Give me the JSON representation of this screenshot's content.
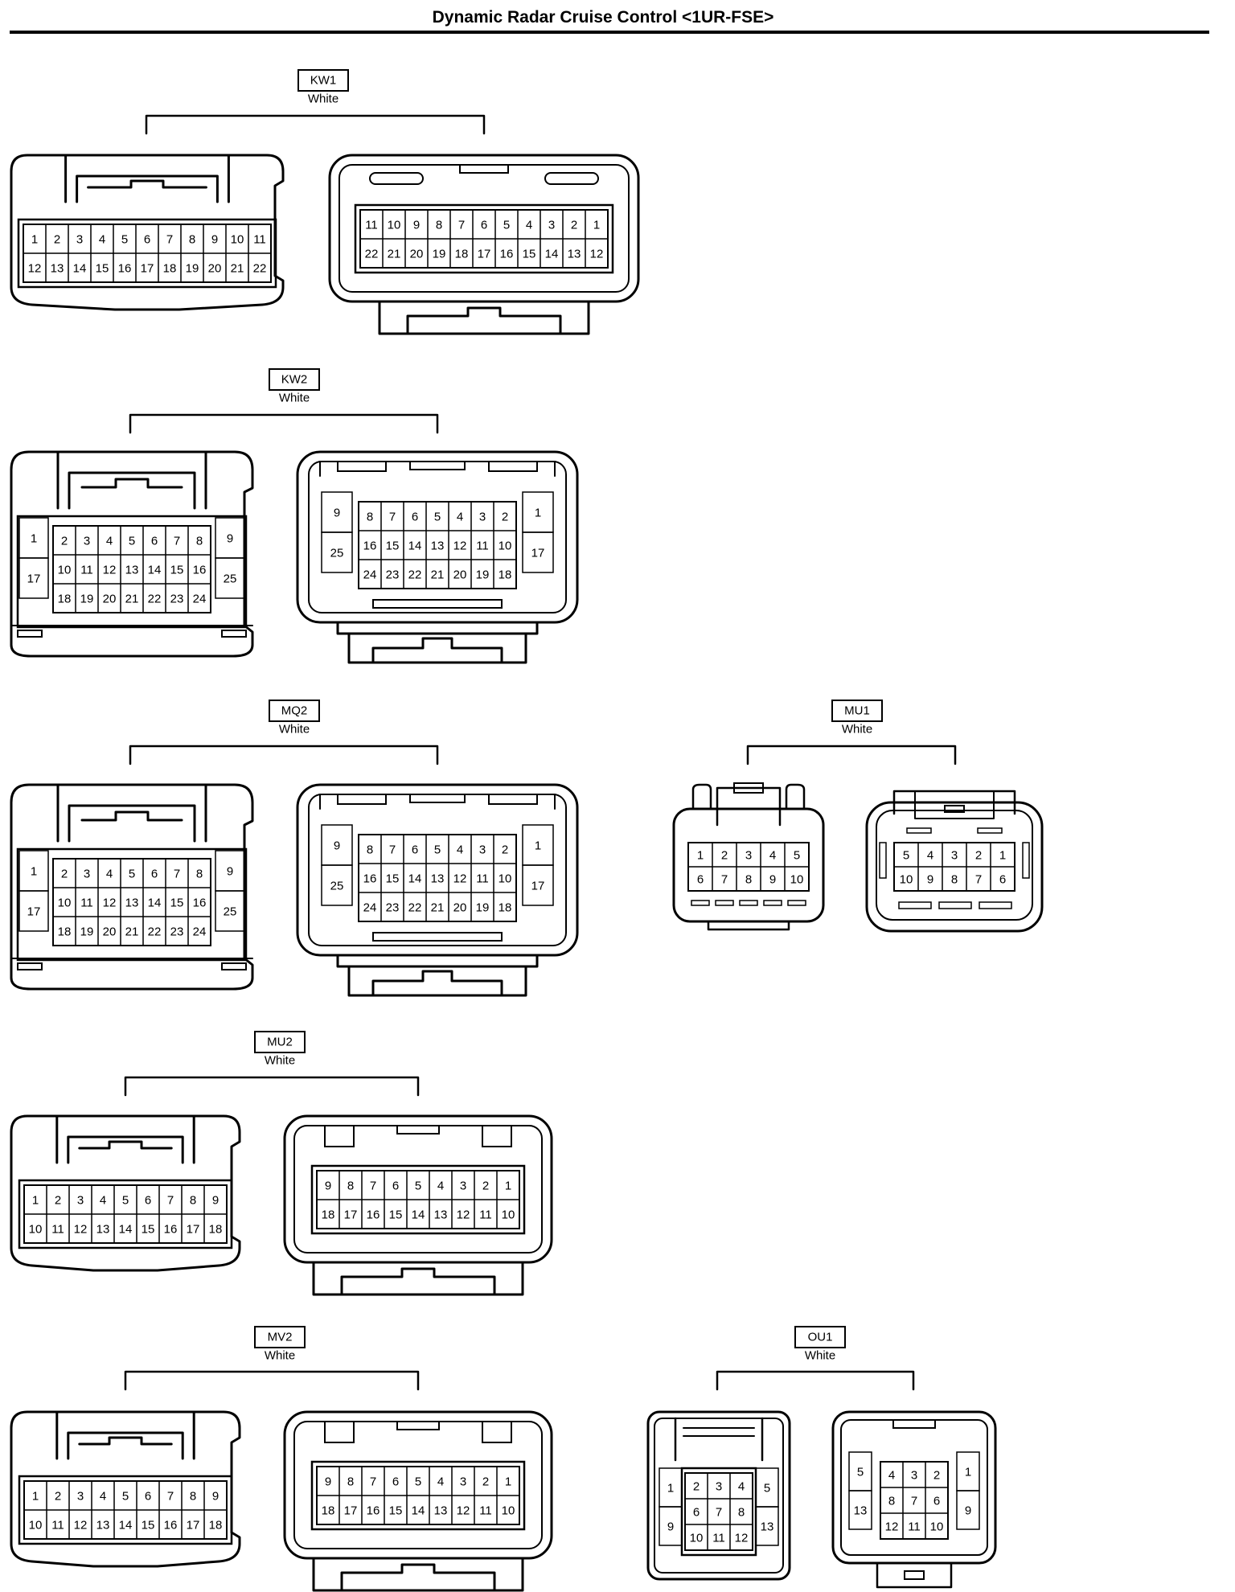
{
  "page": {
    "title": "Dynamic Radar Cruise Control <1UR-FSE>"
  },
  "connectors": [
    {
      "id": "KW1",
      "color": "White",
      "female": {
        "rows": [
          [
            "1",
            "2",
            "3",
            "4",
            "5",
            "6",
            "7",
            "8",
            "9",
            "10",
            "11"
          ],
          [
            "12",
            "13",
            "14",
            "15",
            "16",
            "17",
            "18",
            "19",
            "20",
            "21",
            "22"
          ]
        ]
      },
      "male": {
        "rows": [
          [
            "11",
            "10",
            "9",
            "8",
            "7",
            "6",
            "5",
            "4",
            "3",
            "2",
            "1"
          ],
          [
            "22",
            "21",
            "20",
            "19",
            "18",
            "17",
            "16",
            "15",
            "14",
            "13",
            "12"
          ]
        ]
      }
    },
    {
      "id": "KW2",
      "color": "White",
      "female": {
        "left": [
          "1",
          "17"
        ],
        "right": [
          "9",
          "25"
        ],
        "rows": [
          [
            "2",
            "3",
            "4",
            "5",
            "6",
            "7",
            "8"
          ],
          [
            "10",
            "11",
            "12",
            "13",
            "14",
            "15",
            "16"
          ],
          [
            "18",
            "19",
            "20",
            "21",
            "22",
            "23",
            "24"
          ]
        ]
      },
      "male": {
        "left": [
          "9",
          "25"
        ],
        "right": [
          "1",
          "17"
        ],
        "rows": [
          [
            "8",
            "7",
            "6",
            "5",
            "4",
            "3",
            "2"
          ],
          [
            "16",
            "15",
            "14",
            "13",
            "12",
            "11",
            "10"
          ],
          [
            "24",
            "23",
            "22",
            "21",
            "20",
            "19",
            "18"
          ]
        ]
      }
    },
    {
      "id": "MQ2",
      "color": "White",
      "female": {
        "left": [
          "1",
          "17"
        ],
        "right": [
          "9",
          "25"
        ],
        "rows": [
          [
            "2",
            "3",
            "4",
            "5",
            "6",
            "7",
            "8"
          ],
          [
            "10",
            "11",
            "12",
            "13",
            "14",
            "15",
            "16"
          ],
          [
            "18",
            "19",
            "20",
            "21",
            "22",
            "23",
            "24"
          ]
        ]
      },
      "male": {
        "left": [
          "9",
          "25"
        ],
        "right": [
          "1",
          "17"
        ],
        "rows": [
          [
            "8",
            "7",
            "6",
            "5",
            "4",
            "3",
            "2"
          ],
          [
            "16",
            "15",
            "14",
            "13",
            "12",
            "11",
            "10"
          ],
          [
            "24",
            "23",
            "22",
            "21",
            "20",
            "19",
            "18"
          ]
        ]
      }
    },
    {
      "id": "MU1",
      "color": "White",
      "female": {
        "rows": [
          [
            "1",
            "2",
            "3",
            "4",
            "5"
          ],
          [
            "6",
            "7",
            "8",
            "9",
            "10"
          ]
        ]
      },
      "male": {
        "rows": [
          [
            "5",
            "4",
            "3",
            "2",
            "1"
          ],
          [
            "10",
            "9",
            "8",
            "7",
            "6"
          ]
        ]
      }
    },
    {
      "id": "MU2",
      "color": "White",
      "female": {
        "rows": [
          [
            "1",
            "2",
            "3",
            "4",
            "5",
            "6",
            "7",
            "8",
            "9"
          ],
          [
            "10",
            "11",
            "12",
            "13",
            "14",
            "15",
            "16",
            "17",
            "18"
          ]
        ]
      },
      "male": {
        "rows": [
          [
            "9",
            "8",
            "7",
            "6",
            "5",
            "4",
            "3",
            "2",
            "1"
          ],
          [
            "18",
            "17",
            "16",
            "15",
            "14",
            "13",
            "12",
            "11",
            "10"
          ]
        ]
      }
    },
    {
      "id": "MV2",
      "color": "White",
      "female": {
        "rows": [
          [
            "1",
            "2",
            "3",
            "4",
            "5",
            "6",
            "7",
            "8",
            "9"
          ],
          [
            "10",
            "11",
            "12",
            "13",
            "14",
            "15",
            "16",
            "17",
            "18"
          ]
        ]
      },
      "male": {
        "rows": [
          [
            "9",
            "8",
            "7",
            "6",
            "5",
            "4",
            "3",
            "2",
            "1"
          ],
          [
            "18",
            "17",
            "16",
            "15",
            "14",
            "13",
            "12",
            "11",
            "10"
          ]
        ]
      }
    },
    {
      "id": "OU1",
      "color": "White",
      "female": {
        "left": [
          "1",
          "9"
        ],
        "right": [
          "5",
          "13"
        ],
        "rows": [
          [
            "2",
            "3",
            "4"
          ],
          [
            "6",
            "7",
            "8"
          ],
          [
            "10",
            "11",
            "12"
          ]
        ]
      },
      "male": {
        "left": [
          "5",
          "13"
        ],
        "right": [
          "1",
          "9"
        ],
        "rows": [
          [
            "4",
            "3",
            "2"
          ],
          [
            "8",
            "7",
            "6"
          ],
          [
            "12",
            "11",
            "10"
          ]
        ]
      }
    }
  ]
}
